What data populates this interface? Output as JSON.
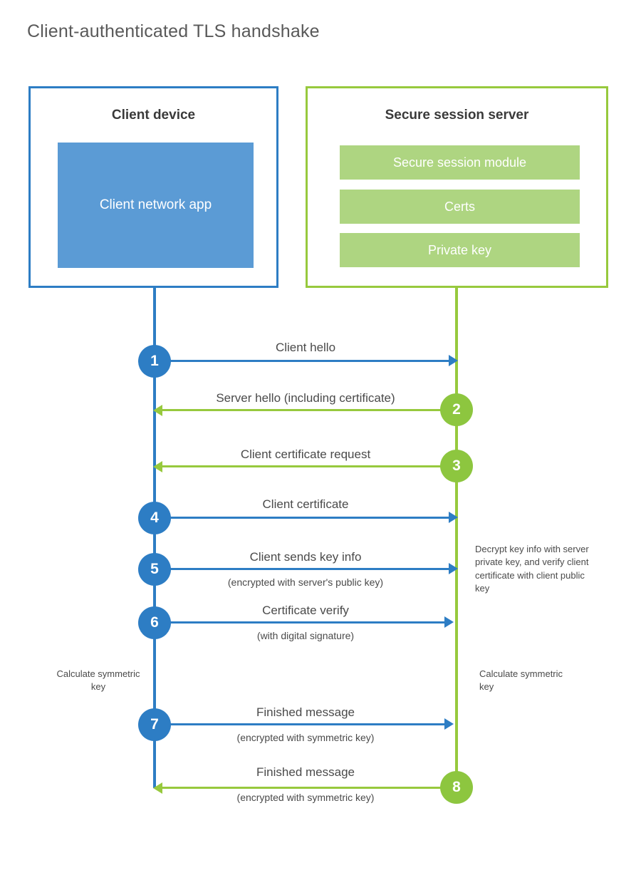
{
  "title": "Client-authenticated TLS handshake",
  "colors": {
    "blue": "#2d7dc4",
    "blue_fill": "#5b9bd5",
    "green": "#97c93d",
    "green_badge": "#8dc63f",
    "green_fill": "#aed581",
    "text": "#4a4a4a",
    "title_text": "#595959"
  },
  "client": {
    "title": "Client device",
    "app_label": "Client network app"
  },
  "server": {
    "title": "Secure session server",
    "modules": [
      {
        "label": "Secure session module"
      },
      {
        "label": "Certs"
      },
      {
        "label": "Private key"
      }
    ]
  },
  "steps": [
    {
      "number": "1",
      "label": "Client hello",
      "sublabel": "",
      "direction": "client-to-server",
      "color": "blue"
    },
    {
      "number": "2",
      "label": "Server hello (including certificate)",
      "sublabel": "",
      "direction": "server-to-client",
      "color": "green"
    },
    {
      "number": "3",
      "label": "Client certificate request",
      "sublabel": "",
      "direction": "server-to-client",
      "color": "green"
    },
    {
      "number": "4",
      "label": "Client certificate",
      "sublabel": "",
      "direction": "client-to-server",
      "color": "blue"
    },
    {
      "number": "5",
      "label": "Client sends key info",
      "sublabel": "(encrypted with server's public key)",
      "direction": "client-to-server",
      "color": "blue"
    },
    {
      "number": "6",
      "label": "Certificate verify",
      "sublabel": "(with digital signature)",
      "direction": "client-to-server",
      "color": "blue"
    },
    {
      "number": "7",
      "label": "Finished message",
      "sublabel": "(encrypted with symmetric key)",
      "direction": "client-to-server",
      "color": "blue"
    },
    {
      "number": "8",
      "label": "Finished message",
      "sublabel": "(encrypted with symmetric key)",
      "direction": "server-to-client",
      "color": "green"
    }
  ],
  "notes": {
    "decrypt": "Decrypt key info with server private key, and verify client certificate with client public key",
    "calculate_client": "Calculate symmetric key",
    "calculate_server": "Calculate symmetric key"
  }
}
